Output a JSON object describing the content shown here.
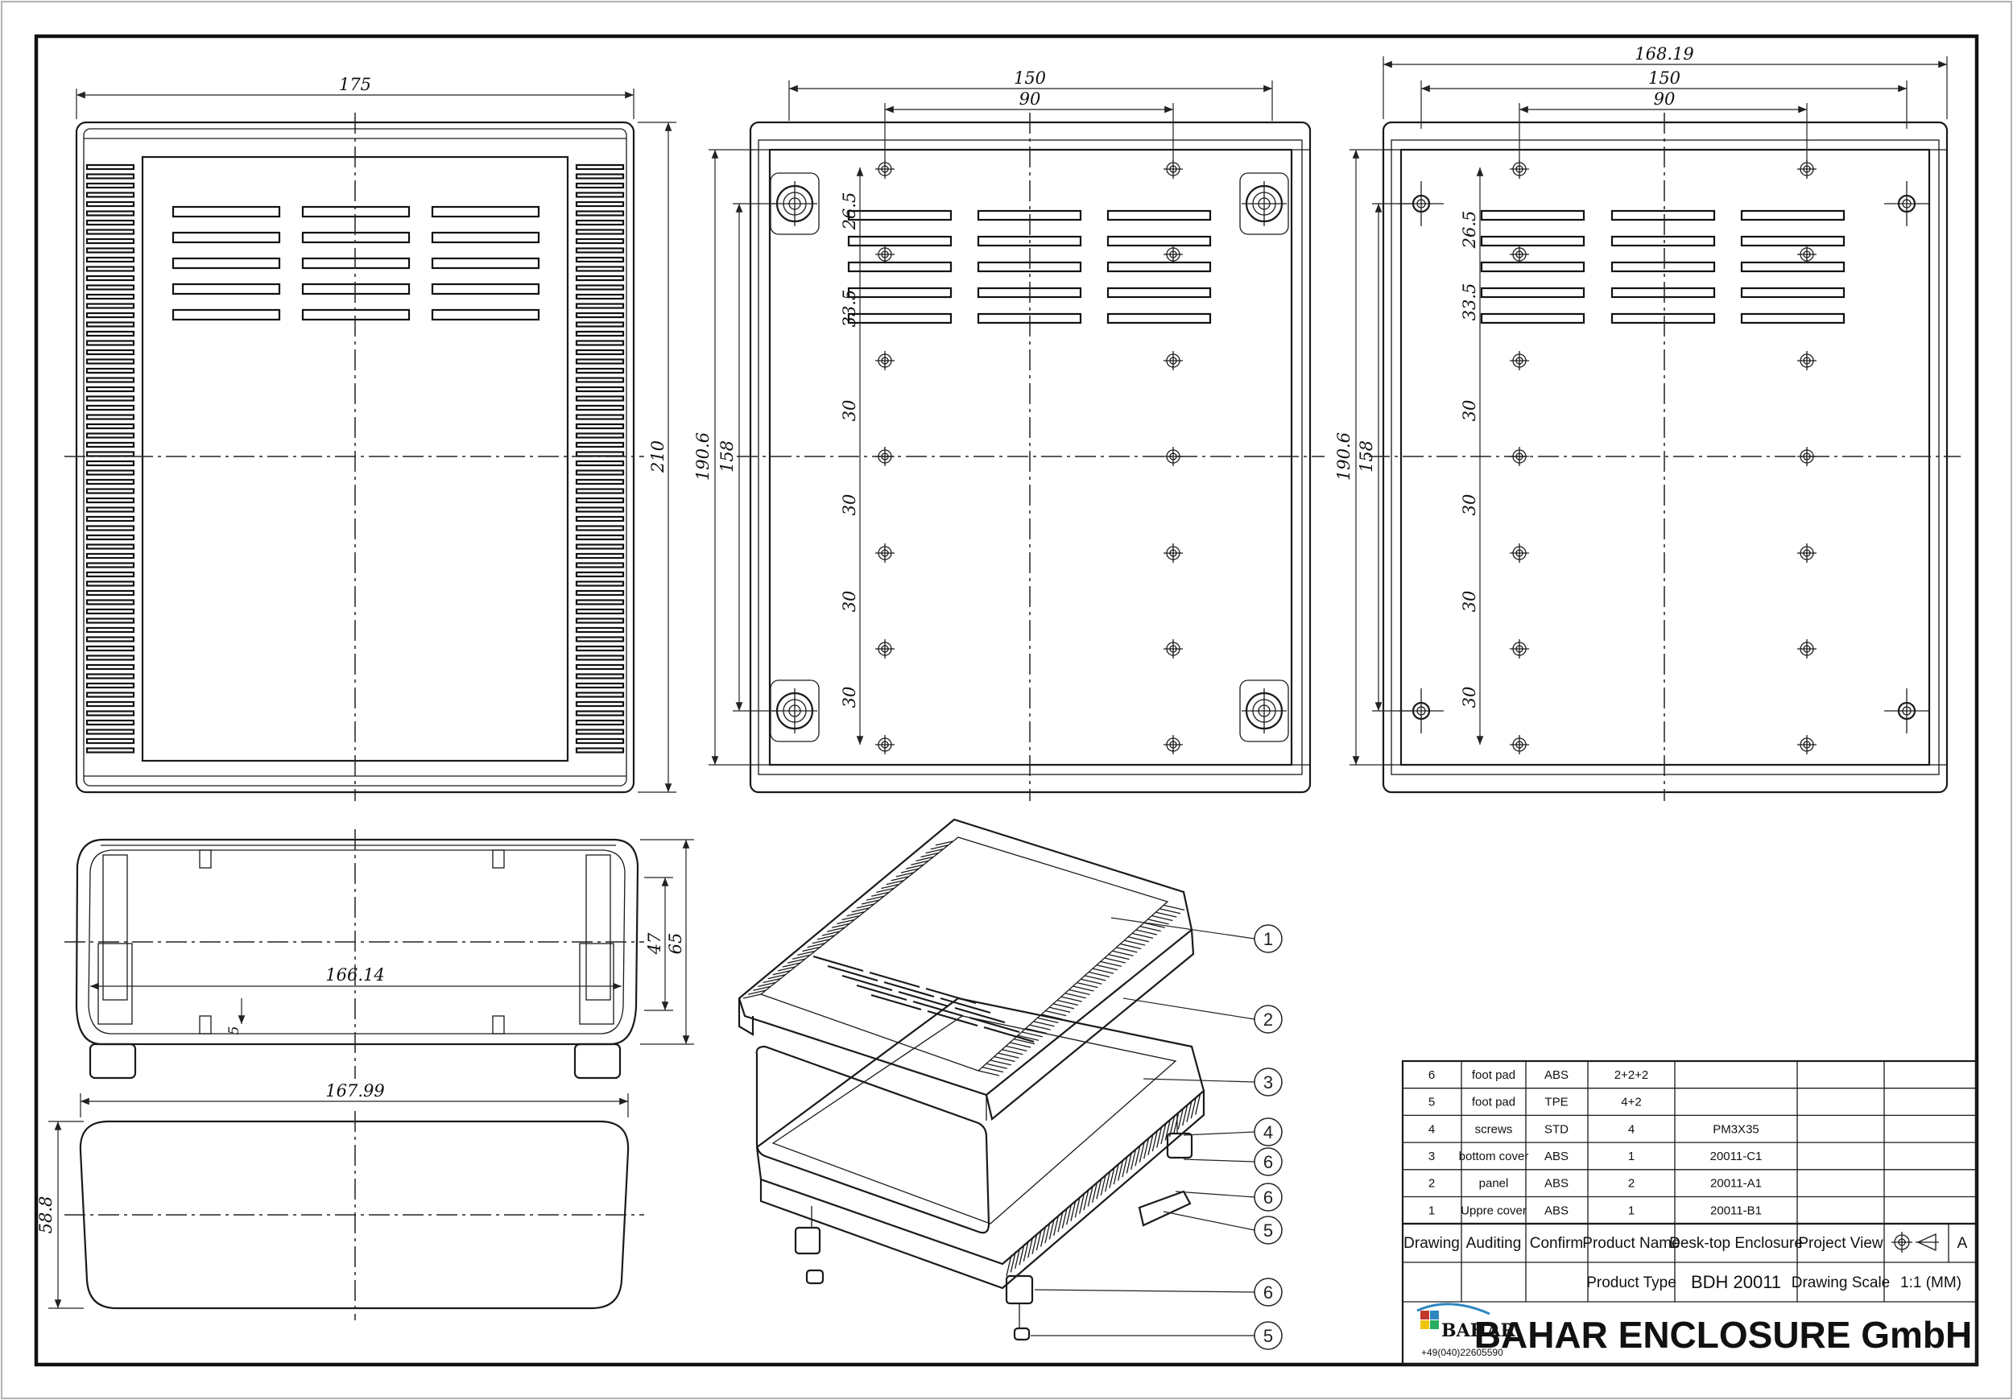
{
  "drawing": {
    "dimensions": {
      "top_view_width": "175",
      "top_view_height": "210",
      "bottom_outer_width": "150",
      "bottom_inner_width": "90",
      "bottom_height_outer": "190.6",
      "bottom_height_inner": "158",
      "bottom_pitch_1": "26.5",
      "bottom_pitch_2": "33.5",
      "bottom_pitch_3": "30",
      "right_overall_width": "168.19",
      "right_outer_width": "150",
      "right_inner_width": "90",
      "right_height_outer": "190.6",
      "right_height_inner": "158",
      "front_inner_width": "166.14",
      "front_height_inner": "47",
      "front_height_outer": "65",
      "front_wall": "5",
      "panel_width": "167.99",
      "panel_height": "58.8"
    },
    "balloons": [
      "1",
      "2",
      "3",
      "4",
      "6",
      "6",
      "5",
      "6",
      "5"
    ]
  },
  "bom": {
    "rows": [
      {
        "no": "6",
        "name": "foot pad",
        "material": "ABS",
        "qty": "2+2+2",
        "code": ""
      },
      {
        "no": "5",
        "name": "foot pad",
        "material": "TPE",
        "qty": "4+2",
        "code": ""
      },
      {
        "no": "4",
        "name": "screws",
        "material": "STD",
        "qty": "4",
        "code": "PM3X35"
      },
      {
        "no": "3",
        "name": "bottom cover",
        "material": "ABS",
        "qty": "1",
        "code": "20011-C1"
      },
      {
        "no": "2",
        "name": "panel",
        "material": "ABS",
        "qty": "2",
        "code": "20011-A1"
      },
      {
        "no": "1",
        "name": "Uppre cover",
        "material": "ABS",
        "qty": "1",
        "code": "20011-B1"
      }
    ]
  },
  "title_block": {
    "drawing": "Drawing",
    "auditing": "Auditing",
    "confirm": "Confirm",
    "product_name_label": "Product Name",
    "product_name": "Desk-top Enclosure",
    "project_view_label": "Project View",
    "revision": "A",
    "product_type_label": "Product Type",
    "product_type": "BDH 20011",
    "drawing_scale_label": "Drawing Scale",
    "drawing_scale": "1:1 (MM)",
    "logo_text": "BAHAR",
    "phone": "+49(040)22605590",
    "company": "BAHAR ENCLOSURE GmbH"
  }
}
